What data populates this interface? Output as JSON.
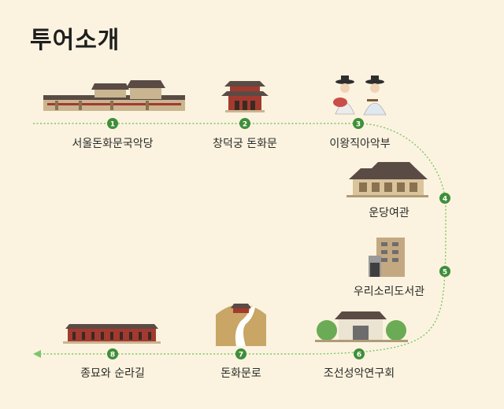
{
  "title": "투어소개",
  "stops": [
    {
      "num": "1",
      "label": "서울돈화문국악당"
    },
    {
      "num": "2",
      "label": "창덕궁 돈화문"
    },
    {
      "num": "3",
      "label": "이왕직아악부"
    },
    {
      "num": "4",
      "label": "운당여관"
    },
    {
      "num": "5",
      "label": "우리소리도서관"
    },
    {
      "num": "6",
      "label": "조선성악연구회"
    },
    {
      "num": "7",
      "label": "돈화문로"
    },
    {
      "num": "8",
      "label": "종묘와 순라길"
    }
  ],
  "colors": {
    "background": "#fbf3df",
    "route": "#7cc66b",
    "badge": "#3f8e3a",
    "roof": "#5a4b44",
    "wall": "#c9b590",
    "pillar": "#a33a2f"
  }
}
